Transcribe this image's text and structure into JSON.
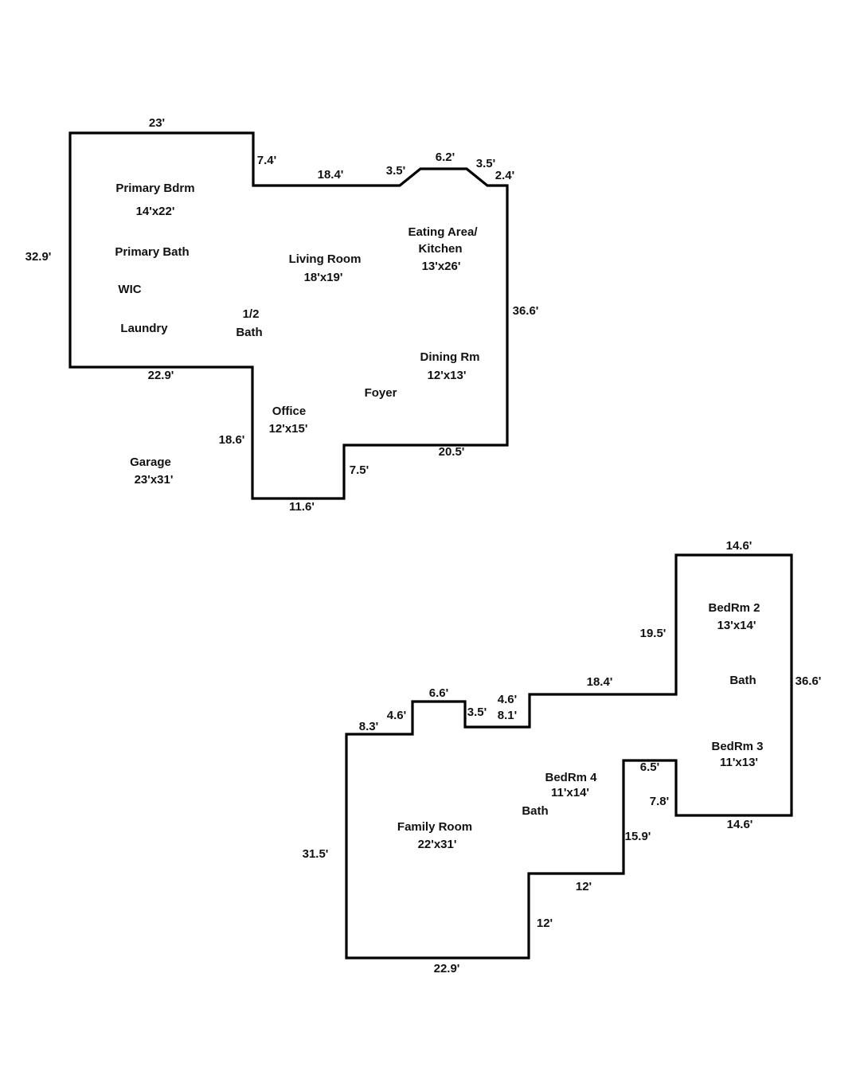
{
  "colors": {
    "line": "#000000",
    "text": "#111111",
    "background": "#ffffff"
  },
  "main_floor": {
    "dimensions": {
      "top": "23'",
      "step_down": "7.4'",
      "upper_run": "18.4'",
      "bay_left_diag": "3.5'",
      "bay_top": "6.2'",
      "bay_right_diag": "3.5'",
      "bay_right_run": "2.4'",
      "left_side": "32.9'",
      "right_side": "36.6'",
      "lower_left_run": "22.9'",
      "office_left": "18.6'",
      "front_bottom": "20.5'",
      "office_step": "7.5'",
      "office_bottom": "11.6'"
    },
    "rooms": {
      "primary_bdrm_name": "Primary Bdrm",
      "primary_bdrm_size": "14'x22'",
      "primary_bath": "Primary Bath",
      "wic": "WIC",
      "laundry": "Laundry",
      "half_bath_line1": "1/2",
      "half_bath_line2": "Bath",
      "living_room_name": "Living Room",
      "living_room_size": "18'x19'",
      "eating_area_line1": "Eating Area/",
      "eating_area_line2": "Kitchen",
      "eating_area_size": "13'x26'",
      "dining_rm_name": "Dining Rm",
      "dining_rm_size": "12'x13'",
      "foyer": "Foyer",
      "office_name": "Office",
      "office_size": "12'x15'",
      "garage_name": "Garage",
      "garage_size": "23'x31'"
    }
  },
  "upper_floor": {
    "dimensions": {
      "wing_top": "14.6'",
      "wing_left": "19.5'",
      "wing_right": "36.6'",
      "connector_run": "18.4'",
      "step_up_a": "4.6'",
      "step_up_b": "8.1'",
      "notch_top": "6.6'",
      "notch_right": "3.5'",
      "notch_left": "4.6'",
      "family_top_left": "8.3'",
      "family_left": "31.5'",
      "family_bottom": "22.9'",
      "inner_right_low": "12'",
      "inner_step": "12'",
      "inner_right_high": "15.9'",
      "bed4_top": "6.5'",
      "bed3_step": "7.8'",
      "wing_bottom": "14.6'"
    },
    "rooms": {
      "bedrm2_name": "BedRm 2",
      "bedrm2_size": "13'x14'",
      "wing_bath": "Bath",
      "bedrm3_name": "BedRm 3",
      "bedrm3_size": "11'x13'",
      "bedrm4_name": "BedRm 4",
      "bedrm4_size": "11'x14'",
      "hall_bath": "Bath",
      "family_room_name": "Family Room",
      "family_room_size": "22'x31'"
    }
  }
}
